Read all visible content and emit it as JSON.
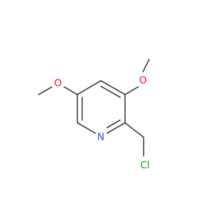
{
  "molecule": {
    "atoms": {
      "o_top": {
        "symbol": "O",
        "color": "#ff0d0d"
      },
      "o_left": {
        "symbol": "O",
        "color": "#ff0d0d"
      },
      "n_ring": {
        "symbol": "N",
        "color": "#3050f8"
      },
      "cl": {
        "symbol": "Cl",
        "color": "#1fa01f"
      }
    },
    "bond_color": "#3a3a3a"
  }
}
